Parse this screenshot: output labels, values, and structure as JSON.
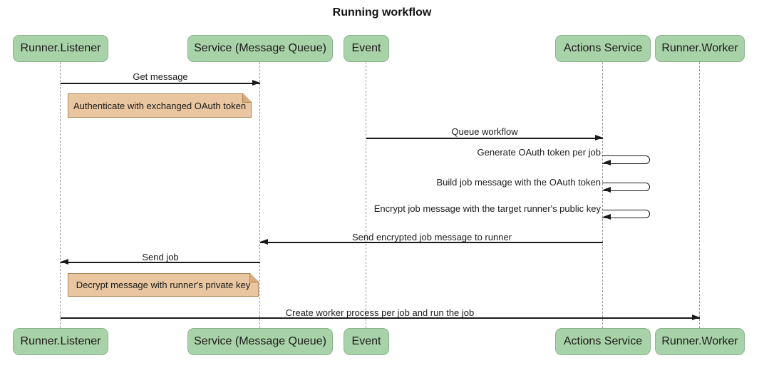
{
  "diagram_type": "sequence",
  "title": "Running workflow",
  "participants": [
    {
      "id": "runner-listener",
      "label": "Runner.Listener"
    },
    {
      "id": "service-message-queue",
      "label": "Service (Message Queue)"
    },
    {
      "id": "event",
      "label": "Event"
    },
    {
      "id": "actions-service",
      "label": "Actions Service"
    },
    {
      "id": "runner-worker",
      "label": "Runner.Worker"
    }
  ],
  "messages": [
    {
      "label": "Get message",
      "from": "Runner.Listener",
      "to": "Service (Message Queue)",
      "direction": "right"
    },
    {
      "label": "Queue workflow",
      "from": "Event",
      "to": "Actions Service",
      "direction": "right"
    },
    {
      "label": "Generate OAuth token per job",
      "from": "Actions Service",
      "to": "Actions Service",
      "direction": "self"
    },
    {
      "label": "Build job message with the OAuth token",
      "from": "Actions Service",
      "to": "Actions Service",
      "direction": "self"
    },
    {
      "label": "Encrypt job message with the target runner's public key",
      "from": "Actions Service",
      "to": "Actions Service",
      "direction": "self"
    },
    {
      "label": "Send encrypted job message to runner",
      "from": "Actions Service",
      "to": "Service (Message Queue)",
      "direction": "left"
    },
    {
      "label": "Send job",
      "from": "Service (Message Queue)",
      "to": "Runner.Listener",
      "direction": "left"
    },
    {
      "label": "Create worker process per job and run the job",
      "from": "Runner.Listener",
      "to": "Runner.Worker",
      "direction": "right"
    }
  ],
  "notes": [
    {
      "label": "Authenticate with exchanged OAuth token"
    },
    {
      "label": "Decrypt message with runner's private key"
    }
  ],
  "colors": {
    "actor_fill": "#a8d2a8",
    "actor_border": "#89b389",
    "note_fill": "#e9c6a0",
    "note_border": "#aa8651",
    "line": "#1b1b1b",
    "lifeline": "#9a9a9a",
    "background": "#ffffff"
  }
}
